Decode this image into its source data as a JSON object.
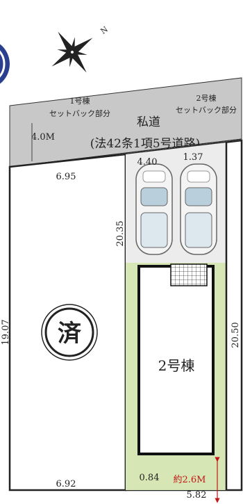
{
  "compass": {
    "north_label": "N",
    "icon": "compass-star-icon"
  },
  "road": {
    "name": "私道",
    "legal_note": "(法42条1項5号道路)",
    "width": "4.0M",
    "setback_1_title": "1号棟",
    "setback_1_sub": "セットバック部分",
    "setback_2_title": "2号棟",
    "setback_2_sub": "セットバック部分"
  },
  "lot1": {
    "sold_mark": "済",
    "frontage": "6.95",
    "depth": "19.07",
    "rear_width": "6.92"
  },
  "lot2": {
    "building_label": "2号棟",
    "frontage_left": "4.40",
    "frontage_right": "1.37",
    "left_depth": "20.35",
    "right_depth": "20.50",
    "rear_left": "0.84",
    "rear_right": "5.82",
    "road_gap": "約2.6M"
  },
  "colors": {
    "road": "#c8c8c8",
    "garden": "#d6e6b4",
    "parking": "#e8e8e8",
    "lot_outline": "#222222",
    "accent": "#c01818",
    "corner_badge": "#2b3f8f"
  }
}
